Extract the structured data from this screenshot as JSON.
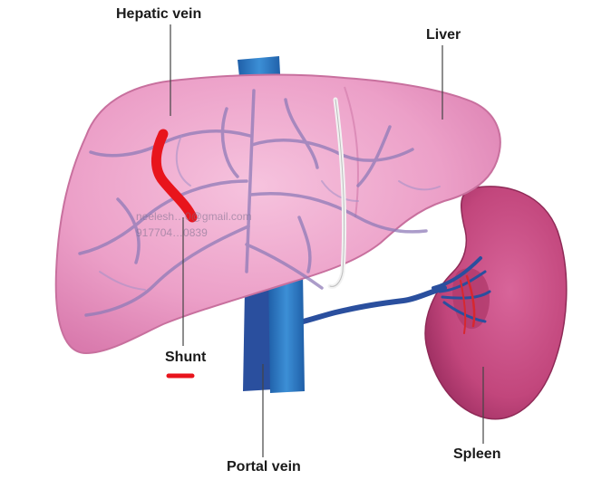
{
  "labels": {
    "hepatic_vein": "Hepatic vein",
    "liver": "Liver",
    "shunt": "Shunt",
    "portal_vein": "Portal vein",
    "spleen": "Spleen"
  },
  "watermark": {
    "email": "neelesh…0@gmail.com",
    "phone": "917704…0839"
  },
  "colors": {
    "liver": "#e98fbe",
    "liver_light": "#f4b7d6",
    "vein": "#2a4f9e",
    "vena_cava": "#2f7ac2",
    "spleen": "#c7437b",
    "shunt_marker": "#e8141c",
    "leader_line": "#444444"
  }
}
